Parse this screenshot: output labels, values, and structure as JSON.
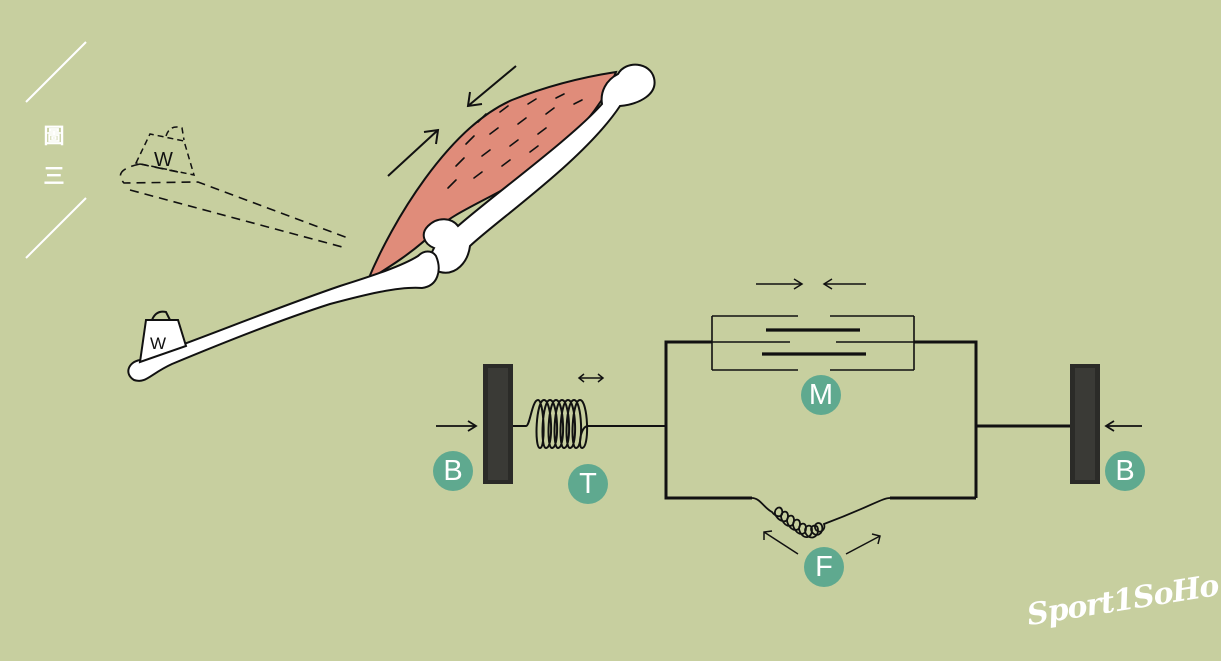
{
  "figure_label": {
    "line1": "圖",
    "line2": "三"
  },
  "weight_label": "W",
  "ghost_weight_label": "W",
  "badges": {
    "M": "M",
    "T": "T",
    "F": "F",
    "B_left": "B",
    "B_right": "B"
  },
  "brand": "Sport1SoHo",
  "colors": {
    "background": "#c7cf9f",
    "muscle": "#e08c7a",
    "badge": "#5fa98f",
    "ink": "#111111"
  }
}
